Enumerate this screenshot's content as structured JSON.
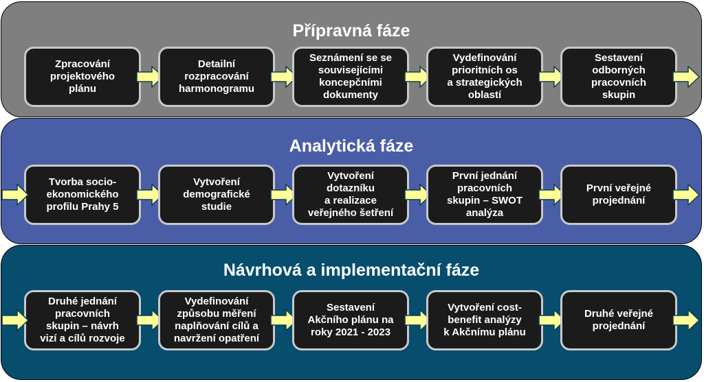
{
  "colors": {
    "phase1_bg": "#7f7f7f",
    "phase2_bg": "#4a5ea8",
    "phase3_bg": "#064d6e",
    "step_bg": "#1b1b1b",
    "step_border": "#c9c9c9",
    "arrow_fill": "#ffff99",
    "arrow_stroke": "#0d3d4d"
  },
  "phases": [
    {
      "title": "Přípravná fáze",
      "steps": [
        "Zpracování\nprojektového\nplánu",
        "Detailní\nrozpracování\nharmonogramu",
        "Seznámení se se\nsouvisejícími\nkoncepčními\ndokumenty",
        "Vydefinování\nprioritních os\na strategických\noblastí",
        "Sestavení\nodborných\npracovních\nskupin"
      ]
    },
    {
      "title": "Analytická fáze",
      "steps": [
        "Tvorba socio-\nekonomického\nprofilu Prahy 5",
        "Vytvoření\ndemografické\nstudie",
        "Vytvoření\ndotazníku\na realizace\nveřejného šetření",
        "První jednání\npracovních\nskupin – SWOT\nanalýza",
        "První veřejné\nprojednání"
      ]
    },
    {
      "title": "Návrhová a implementační fáze",
      "steps": [
        "Druhé jednání\npracovních\nskupin – návrh\nvizí a cílů rozvoje",
        "Vydefinování\nzpůsobu měření\nnaplňování cílů a\nnavržení opatření",
        "Sestavení\nAkčního plánu na\nroky 2021 - 2023",
        "Vytvoření cost-\nbenefit analýzy\nk Akčnímu plánu",
        "Druhé veřejné\nprojednání"
      ]
    }
  ]
}
